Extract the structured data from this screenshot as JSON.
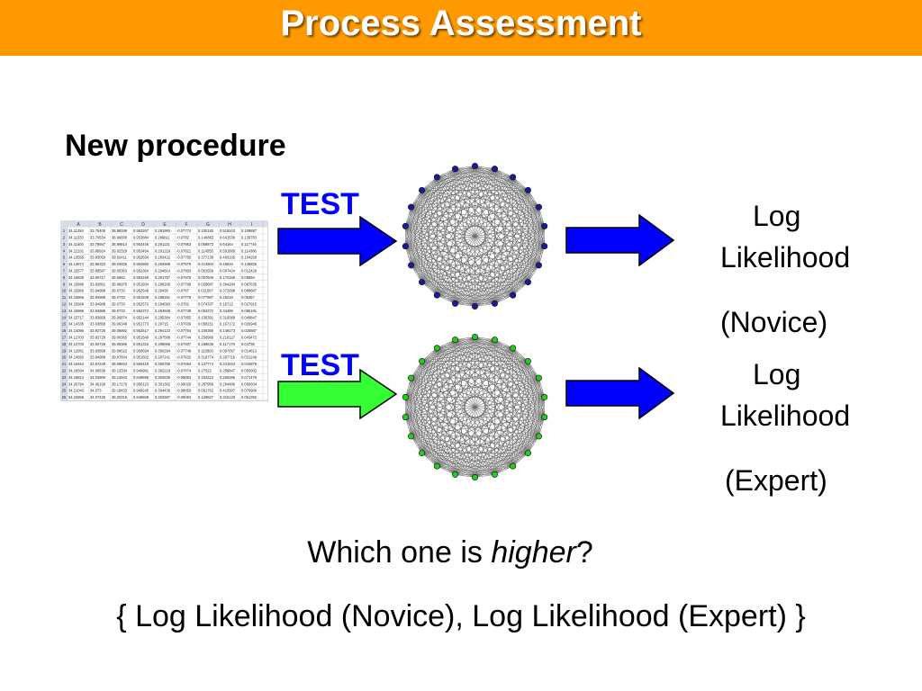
{
  "slide": {
    "title": "Process Assessment",
    "subtitle": "New procedure",
    "colors": {
      "header": "#FF9900",
      "test_blue": "#0000FF",
      "test_green": "#33FF33",
      "arrow_dark": "#0000FF",
      "novice_node": "#1a1aa0",
      "expert_node": "#22cc22"
    },
    "tests": [
      {
        "label": "TEST",
        "arrow_color": "#0000FF",
        "output": {
          "line1": "Log",
          "line2": "Likelihood",
          "line3": "(Novice)"
        }
      },
      {
        "label": "TEST",
        "arrow_color": "#33FF33",
        "output": {
          "line1": "Log",
          "line2": "Likelihood",
          "line3": "(Expert)"
        }
      }
    ],
    "question": {
      "prefix": "Which one is ",
      "emphasis": "higher",
      "suffix": "?"
    },
    "formula": "{ Log Likelihood (Novice), Log Likelihood (Expert) }",
    "spreadsheet": {
      "columns": [
        "",
        "A",
        "B",
        "C",
        "D",
        "E",
        "F",
        "G",
        "H",
        "I"
      ],
      "rows": [
        [
          "1",
          "34.11284",
          "33.75405",
          "38.98199",
          "0.953267",
          "0.291993",
          "-0.07774",
          "0.100182",
          "0.519243",
          "0.108887"
        ],
        [
          "2",
          "34.11533",
          "33.76534",
          "38.99608",
          "0.953884",
          "0.289811",
          "-0.0782",
          "0.140883",
          "0.641536",
          "0.139783"
        ],
        [
          "3",
          "34.11604",
          "33.78667",
          "38.99814",
          "0.953446",
          "0.291131",
          "-0.07863",
          "0.058873",
          "0.64164",
          "0.117746"
        ],
        [
          "4",
          "34.12101",
          "33.80924",
          "39.02329",
          "0.953454",
          "0.291219",
          "-0.07821",
          "0.114555",
          "0.591889",
          "0.114386"
        ],
        [
          "5",
          "34.13555",
          "33.83059",
          "39.02411",
          "0.952834",
          "0.293422",
          "-0.07765",
          "0.377139",
          "0.493165",
          "0.104258"
        ],
        [
          "6",
          "34.13874",
          "33.86323",
          "39.04825",
          "0.952993",
          "0.292568",
          "-0.07879",
          "0.414804",
          "0.46616",
          "0.135825"
        ],
        [
          "7",
          "34.15577",
          "33.89587",
          "39.05363",
          "0.952364",
          "0.294814",
          "-0.07803",
          "0.001559",
          "0.007424",
          "0.012429"
        ],
        [
          "8",
          "34.15835",
          "33.90717",
          "39.0662",
          "0.953159",
          "0.291757",
          "-0.07979",
          "0.007606",
          "0.170166",
          "0.05894"
        ],
        [
          "9",
          "34.15896",
          "33.92851",
          "39.06975",
          "0.951934",
          "0.296206",
          "-0.07799",
          "0.028887",
          "0.364284",
          "0.087635"
        ],
        [
          "10",
          "34.15966",
          "33.94988",
          "39.0733",
          "0.952549",
          "0.29435",
          "-0.0787",
          "0.011567",
          "0.372698",
          "0.088887"
        ],
        [
          "11",
          "34.15966",
          "33.94988",
          "39.0733",
          "0.951938",
          "0.296251",
          "-0.07778",
          "0.077987",
          "0.26418",
          "0.06357"
        ],
        [
          "12",
          "34.15966",
          "33.94988",
          "39.0733",
          "0.952572",
          "0.294093",
          "-0.0782",
          "0.074337",
          "0.16712",
          "0.027915"
        ],
        [
          "13",
          "34.15966",
          "33.94988",
          "39.0733",
          "0.952374",
          "0.294948",
          "-0.07739",
          "0.053372",
          "0.34489",
          "0.086191"
        ],
        [
          "14",
          "34.15717",
          "33.93858",
          "39.06874",
          "0.952144",
          "0.295384",
          "-0.07855",
          "0.136391",
          "0.310089",
          "0.049847"
        ],
        [
          "15",
          "34.14335",
          "33.93858",
          "39.06348",
          "0.951773",
          "0.29715",
          "-0.07636",
          "0.058151",
          "0.167172",
          "0.026946"
        ],
        [
          "16",
          "34.14086",
          "33.92728",
          "39.05892",
          "0.952617",
          "0.294123",
          "-0.07754",
          "0.106366",
          "0.149173",
          "0.026887"
        ],
        [
          "17",
          "34.12703",
          "33.92728",
          "39.06365",
          "0.951549",
          "0.297586",
          "-0.07744",
          "0.256986",
          "0.216127",
          "0.043472"
        ],
        [
          "18",
          "34.12703",
          "33.92728",
          "39.06365",
          "0.951322",
          "0.298066",
          "-0.07837",
          "0.158636",
          "0.117179",
          "0.04735"
        ],
        [
          "19",
          "34.12951",
          "33.93858",
          "39.06622",
          "0.950694",
          "0.300294",
          "-0.07749",
          "0.110803",
          "0.097057",
          "0.014813"
        ],
        [
          "20",
          "34.14583",
          "33.94988",
          "39.07604",
          "0.951502",
          "0.297241",
          "-0.07632",
          "0.319774",
          "0.297716",
          "0.031249"
        ],
        [
          "21",
          "34.16464",
          "33.97248",
          "39.09843",
          "0.950419",
          "0.300785",
          "-0.07694",
          "0.137774",
          "0.241843",
          "0.044875"
        ],
        [
          "22",
          "34.18594",
          "34.00639",
          "39.13334",
          "0.949981",
          "0.302218",
          "-0.07874",
          "0.27522",
          "0.258847",
          "0.055902"
        ],
        [
          "23",
          "34.18913",
          "34.03906",
          "39.14943",
          "0.949698",
          "0.302635",
          "-0.08054",
          "0.153223",
          "0.266286",
          "0.071479"
        ],
        [
          "24",
          "34.26794",
          "34.06169",
          "39.17179",
          "0.950123",
          "0.301362",
          "-0.08029",
          "0.287956",
          "0.294486",
          "0.056604"
        ],
        [
          "25",
          "34.21043",
          "34.073",
          "39.18433",
          "0.949245",
          "0.304436",
          "-0.08059",
          "0.061762",
          "0.415507",
          "0.070906"
        ],
        [
          "26",
          "34.22855",
          "34.07426",
          "39.20316",
          "0.949658",
          "0.302687",
          "-0.08084",
          "0.129827",
          "0.315133",
          "0.061392"
        ]
      ]
    }
  }
}
